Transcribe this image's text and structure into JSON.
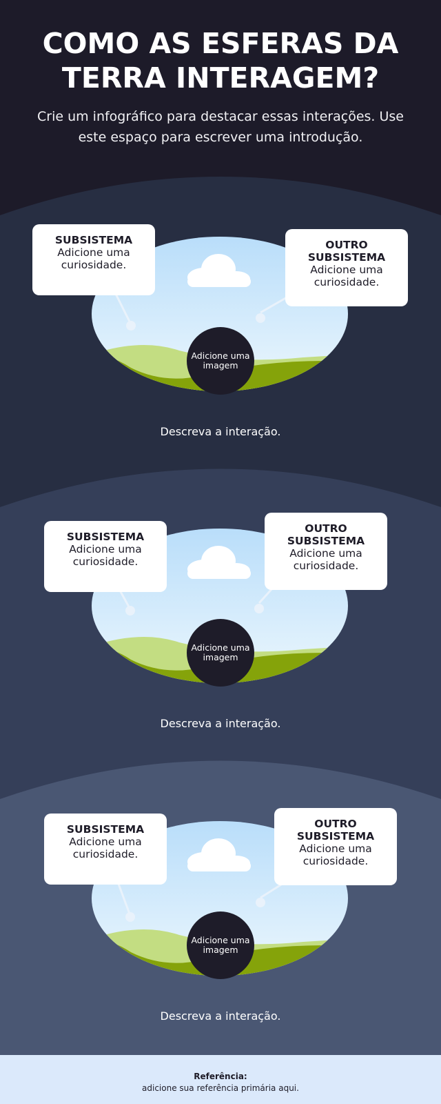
{
  "header": {
    "title": "COMO AS ESFERAS DA TERRA INTERAGEM?",
    "intro": "Crie um infográfico para destacar essas interações. Use este espaço para escrever uma introdução."
  },
  "sections": [
    {
      "left_card": {
        "heading": "SUBSISTEMA",
        "body": "Adicione uma curiosidade."
      },
      "right_card": {
        "heading": "OUTRO SUBSISTEMA",
        "body": "Adicione uma curiosidade."
      },
      "image_placeholder": "Adicione uma imagem",
      "description": "Descreva a interação."
    },
    {
      "left_card": {
        "heading": "SUBSISTEMA",
        "body": "Adicione uma curiosidade."
      },
      "right_card": {
        "heading": "OUTRO SUBSISTEMA",
        "body": "Adicione uma curiosidade."
      },
      "image_placeholder": "Adicione uma imagem",
      "description": "Descreva a interação."
    },
    {
      "left_card": {
        "heading": "SUBSISTEMA",
        "body": "Adicione uma curiosidade."
      },
      "right_card": {
        "heading": "OUTRO SUBSISTEMA",
        "body": "Adicione uma curiosidade."
      },
      "image_placeholder": "Adicione uma imagem",
      "description": "Descreva a interação."
    }
  ],
  "footer": {
    "reference_label": "Referência:",
    "reference_text": "adicione sua referência primária aqui."
  },
  "colors": {
    "background_top": "#1d1b29",
    "band_1": "#272e42",
    "band_2": "#353f59",
    "band_3": "#4a5773",
    "footer_bg": "#dbe9fb",
    "sky": "#cfe9fb",
    "hill_light": "#c3dd82",
    "hill_dark": "#85a30a"
  }
}
